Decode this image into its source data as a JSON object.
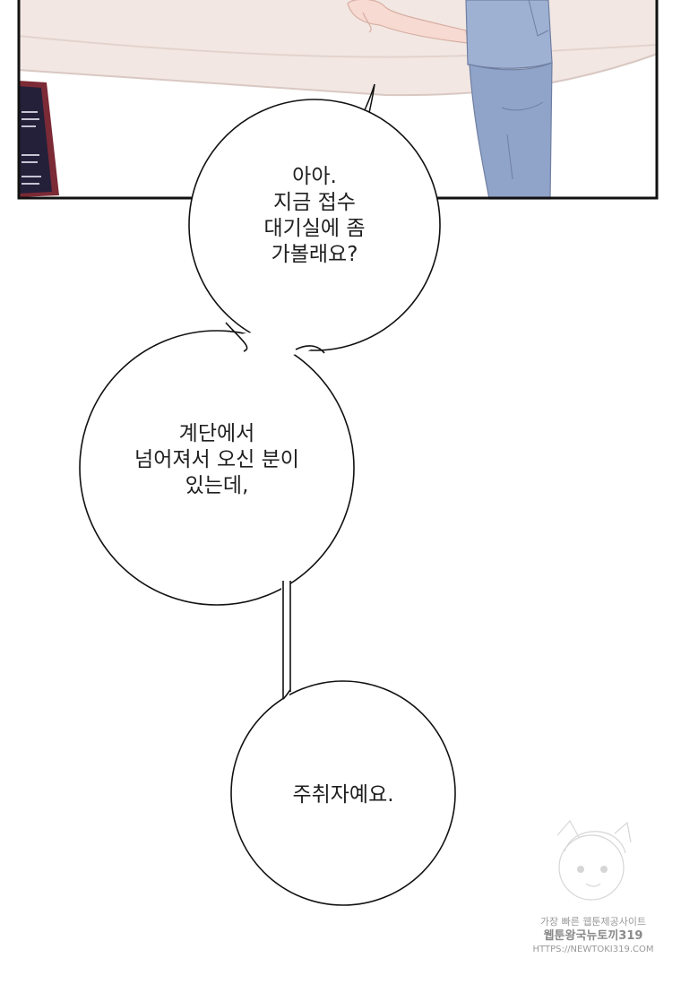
{
  "panel": {
    "description_icons": [
      "person-arms-icon",
      "counter-desk-icon",
      "notice-board-icon"
    ]
  },
  "bubbles": [
    {
      "lines": [
        "아아.",
        "지금 접수",
        "대기실에 좀",
        "가볼래요?"
      ]
    },
    {
      "lines": [
        "계단에서",
        "넘어져서 오신 분이",
        "있는데,"
      ]
    },
    {
      "lines": [
        "주취자예요."
      ]
    }
  ],
  "watermark": {
    "line1": "가장 빠른 웹툰제공사이트",
    "line2": "웹툰왕국뉴토끼319",
    "line3": "HTTPS://NEWTOKI319.COM"
  },
  "colors": {
    "border": "#111111",
    "counter": "#f1e6e2",
    "shirt": "#9eb0d2",
    "pants": "#8fa2c8",
    "skin": "#f6d9d0",
    "board": "#7a2834"
  }
}
